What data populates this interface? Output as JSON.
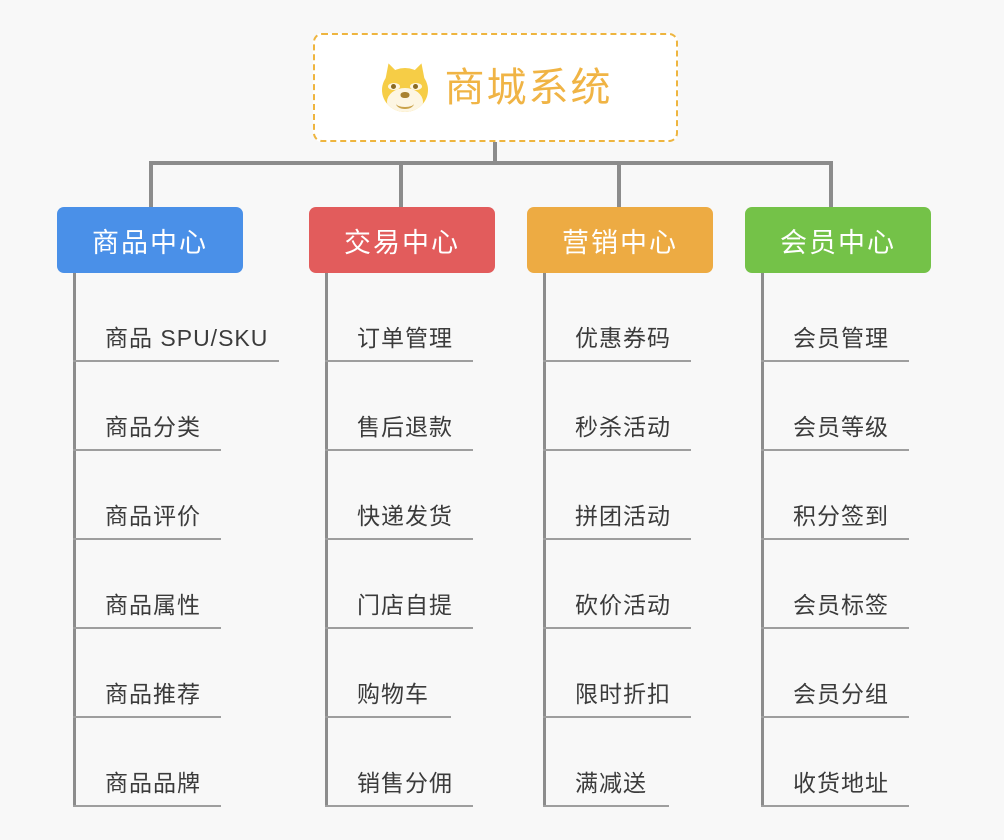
{
  "page": {
    "background_color": "#f8f8f8",
    "line_color": "#8c8c8c",
    "leaf_text_color": "#3b3b3b"
  },
  "root": {
    "title": "商城系统",
    "icon": "shiba-dog-face-icon",
    "text_color": "#f0b445",
    "border_color": "#eeb53f",
    "background_color": "#ffffff"
  },
  "categories": [
    {
      "label": "商品中心",
      "color": "#4a90e8",
      "items": [
        "商品 SPU/SKU",
        "商品分类",
        "商品评价",
        "商品属性",
        "商品推荐",
        "商品品牌"
      ]
    },
    {
      "label": "交易中心",
      "color": "#e25c5c",
      "items": [
        "订单管理",
        "售后退款",
        "快递发货",
        "门店自提",
        "购物车",
        "销售分佣"
      ]
    },
    {
      "label": "营销中心",
      "color": "#edab43",
      "items": [
        "优惠券码",
        "秒杀活动",
        "拼团活动",
        "砍价活动",
        "限时折扣",
        "满减送"
      ]
    },
    {
      "label": "会员中心",
      "color": "#74c248",
      "items": [
        "会员管理",
        "会员等级",
        "积分签到",
        "会员标签",
        "会员分组",
        "收货地址"
      ]
    }
  ]
}
